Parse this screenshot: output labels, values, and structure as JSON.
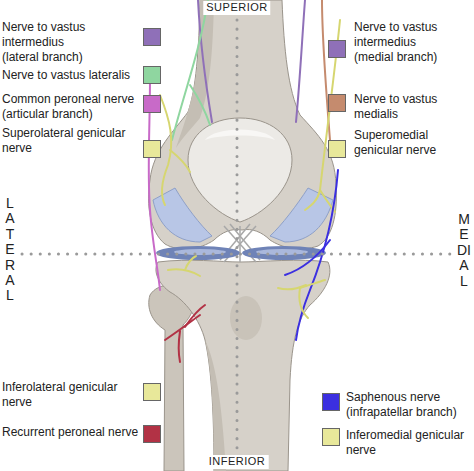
{
  "diagram": {
    "labels": [
      "SUPERIOR",
      "INFERIOR",
      "LATERAL",
      "MEDIAL"
    ],
    "legend": [
      {
        "text": "Nerve to vastus intermedius (lateral branch)",
        "color": "#8f70b8"
      },
      {
        "text": "Nerve to vastus lateralis",
        "color": "#8fd6a0"
      },
      {
        "text": "Common peroneal nerve (articular branch)",
        "color": "#c86ac8"
      },
      {
        "text": "Superolateral genicular nerve",
        "color": "#e8e89a"
      },
      {
        "text": "Nerve to vastus intermedius (medial branch)",
        "color": "#8f70b8"
      },
      {
        "text": "Nerve to vastus medialis",
        "color": "#c58b6e"
      },
      {
        "text": "Superomedial genicular nerve",
        "color": "#e8e89a"
      },
      {
        "text": "Inferolateral genicular nerve",
        "color": "#e8e89a"
      },
      {
        "text": "Recurrent peroneal nerve",
        "color": "#b23245"
      },
      {
        "text": "Saphenous nerve (infrapatellar branch)",
        "color": "#3b2fe0"
      },
      {
        "text": "Inferomedial genicular nerve",
        "color": "#e8e89a"
      }
    ]
  }
}
